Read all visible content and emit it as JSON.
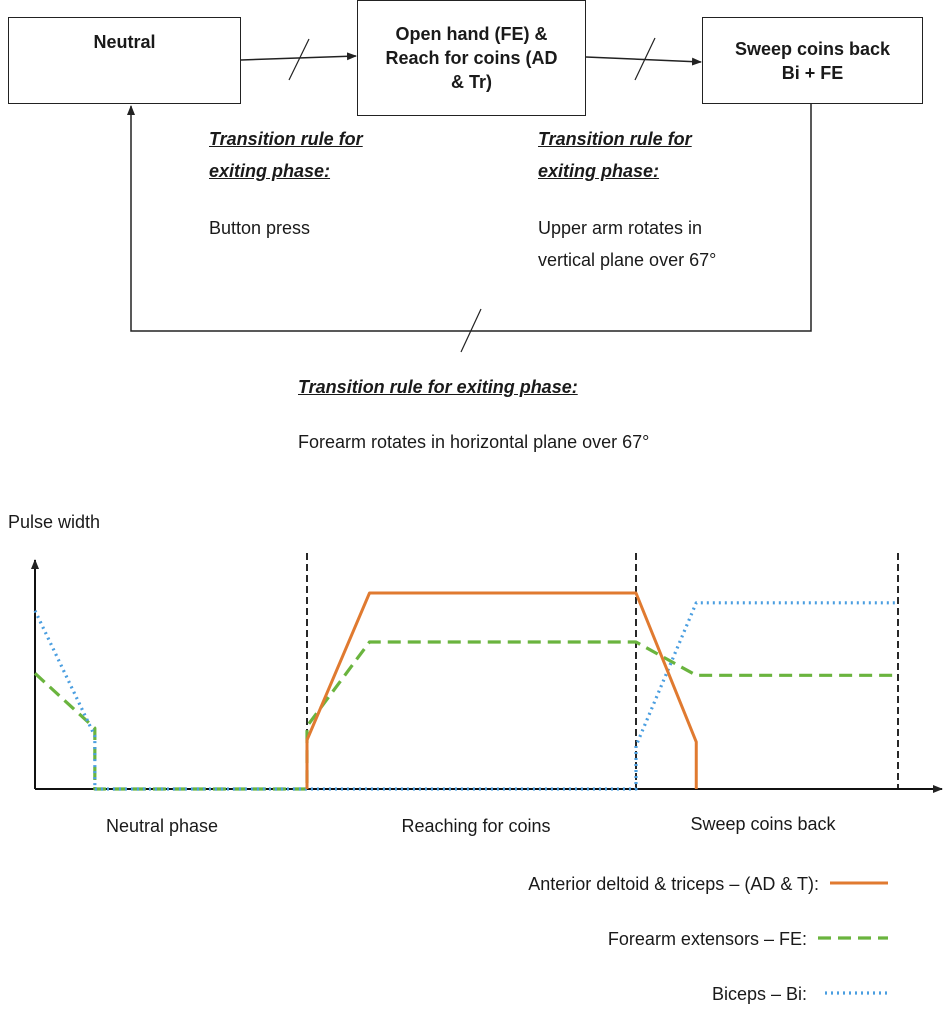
{
  "flow": {
    "states": [
      {
        "id": "neutral",
        "label": "Neutral"
      },
      {
        "id": "open",
        "label": "Open hand (FE) &\nReach for coins (AD\n& Tr)"
      },
      {
        "id": "sweep",
        "label": "Sweep coins back\nBi + FE"
      }
    ],
    "rules": [
      {
        "title": "Transition rule for\nexiting phase:",
        "condition": "Button press"
      },
      {
        "title": "Transition rule for\nexiting phase:",
        "condition": "Upper arm rotates in\nvertical plane over 67°"
      },
      {
        "title": "Transition rule for exiting phase:",
        "condition": "Forearm rotates in horizontal plane over 67°"
      }
    ]
  },
  "chart_data": {
    "type": "line",
    "ylabel": "Pulse width",
    "phases": [
      "Neutral phase",
      "Reaching for coins",
      "Sweep coins back"
    ],
    "x_note": "x in phase units: 0–1 neutral, 1–2 reaching, 2–3 sweep",
    "series": [
      {
        "name": "Anterior deltoid & triceps – (AD & T):",
        "color": "#e07a30",
        "style": "solid",
        "x": [
          1.0,
          1.0,
          1.19,
          2.0,
          2.23,
          2.23
        ],
        "y": [
          0.0,
          0.25,
          1.0,
          1.0,
          0.24,
          0.0
        ]
      },
      {
        "name": "Forearm extensors – FE:",
        "color": "#6ab43e",
        "style": "dashed",
        "x": [
          0.0,
          0.22,
          0.22,
          1.0,
          1.0,
          1.19,
          2.0,
          2.23,
          3.0
        ],
        "y": [
          0.59,
          0.31,
          0.0,
          0.0,
          0.32,
          0.75,
          0.75,
          0.58,
          0.58
        ]
      },
      {
        "name": "Biceps – Bi:",
        "color": "#4a9ee0",
        "style": "dotted",
        "x": [
          0.0,
          0.22,
          0.22,
          2.0,
          2.0,
          2.23,
          3.0
        ],
        "y": [
          0.91,
          0.27,
          0.0,
          0.0,
          0.22,
          0.95,
          0.95
        ]
      }
    ]
  }
}
